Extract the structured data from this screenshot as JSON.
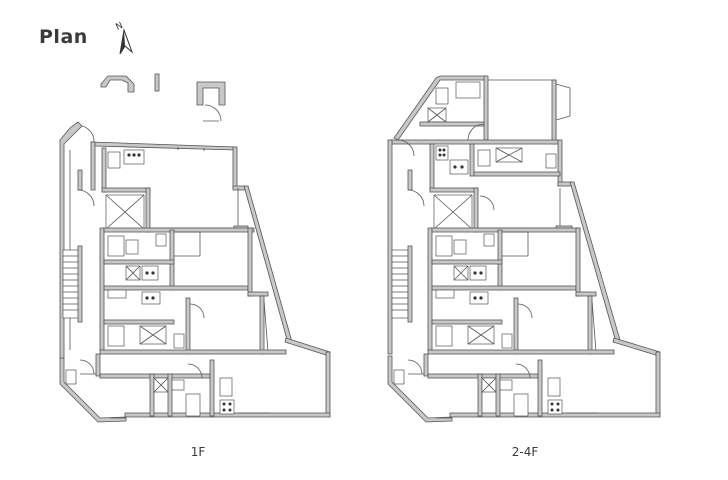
{
  "title": "Plan",
  "compass": {
    "north_letter": "N"
  },
  "floors": [
    {
      "label": "1F"
    },
    {
      "label": "2-4F"
    }
  ]
}
